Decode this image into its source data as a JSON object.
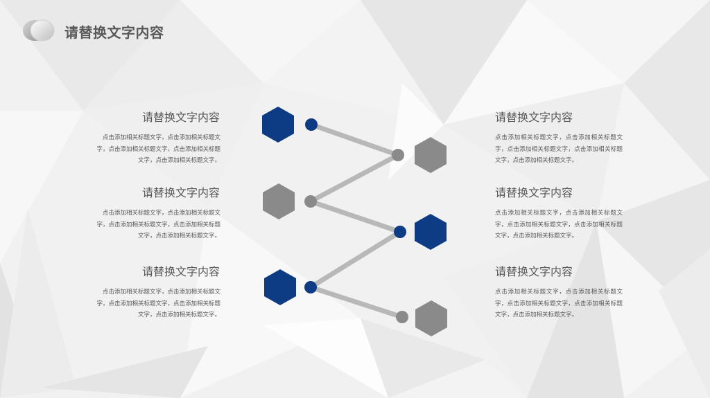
{
  "header": {
    "title": "请替换文字内容"
  },
  "left_items": [
    {
      "title": "请替换文字内容",
      "desc": "点击添加相关标题文字，点击添加相关标题文字，点击添加相关标题文字，点击添加相关标题文字，点击添加相关标题文字。"
    },
    {
      "title": "请替换文字内容",
      "desc": "点击添加相关标题文字，点击添加相关标题文字，点击添加相关标题文字，点击添加相关标题文字，点击添加相关标题文字。"
    },
    {
      "title": "请替换文字内容",
      "desc": "点击添加相关标题文字，点击添加相关标题文字，点击添加相关标题文字，点击添加相关标题文字，点击添加相关标题文字。"
    }
  ],
  "right_items": [
    {
      "title": "请替换文字内容",
      "desc": "点击添加相关标题文字，点击添加相关标题文字，点击添加相关标题文字，点击添加相关标题文字，点击添加相关标题文字。"
    },
    {
      "title": "请替换文字内容",
      "desc": "点击添加相关标题文字，点击添加相关标题文字，点击添加相关标题文字，点击添加相关标题文字，点击添加相关标题文字。"
    },
    {
      "title": "请替换文字内容",
      "desc": "点击添加相关标题文字，点击添加相关标题文字，点击添加相关标题文字，点击添加相关标题文字，点击添加相关标题文字。"
    }
  ],
  "colors": {
    "navy": "#0d3c85",
    "gray": "#8a8a8a",
    "connector": "#b8b8b8",
    "text": "#595959"
  }
}
